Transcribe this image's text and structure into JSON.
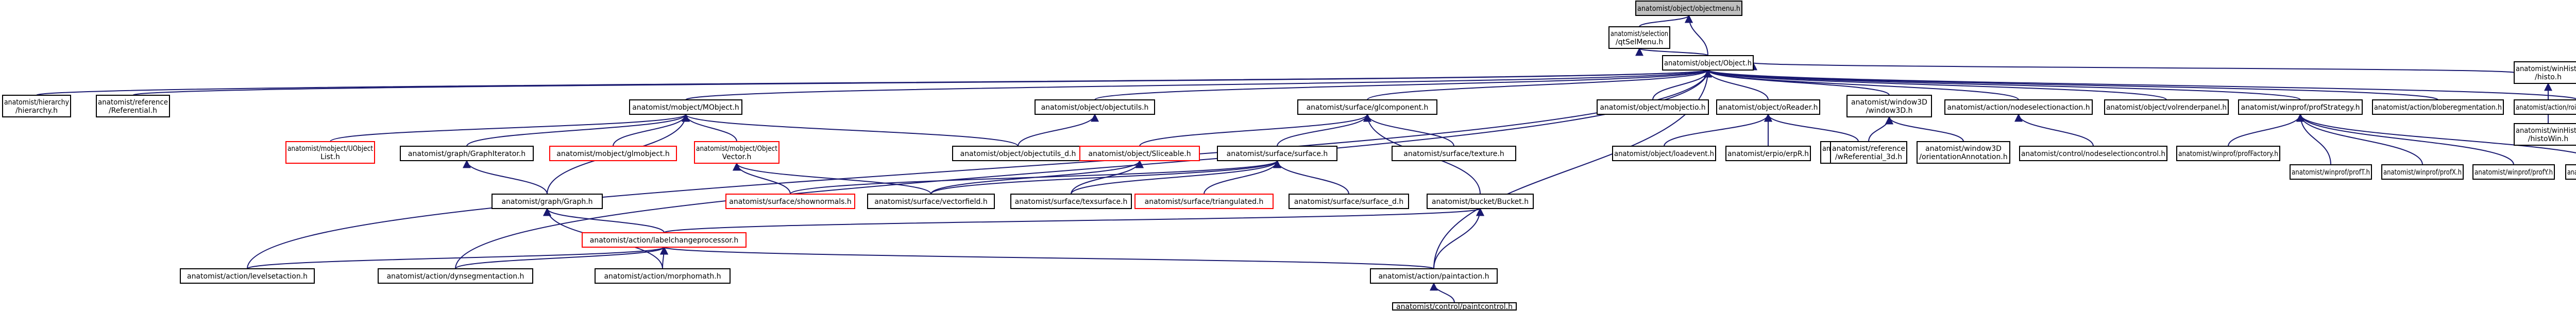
{
  "colors": {
    "edge": "#191970",
    "node_border": "#000000",
    "node_fill": "#ffffff",
    "focus_fill": "#bfbfbf",
    "missing_border": "#ff0000"
  },
  "nodes": [
    {
      "id": "objectmenu",
      "lines": [
        "anatomist/object/objectmenu.h"
      ],
      "focus": true
    },
    {
      "id": "qtSelMenu",
      "lines": [
        "anatomist/selection",
        "/qtSelMenu.h"
      ]
    },
    {
      "id": "Object",
      "lines": [
        "anatomist/object/Object.h"
      ]
    },
    {
      "id": "hierarchy",
      "lines": [
        "anatomist/hierarchy",
        "/hierarchy.h"
      ]
    },
    {
      "id": "Referential",
      "lines": [
        "anatomist/reference",
        "/Referential.h"
      ]
    },
    {
      "id": "MObject",
      "lines": [
        "anatomist/mobject/MObject.h"
      ]
    },
    {
      "id": "objectutils",
      "lines": [
        "anatomist/object/objectutils.h"
      ]
    },
    {
      "id": "glcomponent",
      "lines": [
        "anatomist/surface/glcomponent.h"
      ]
    },
    {
      "id": "mobjectio",
      "lines": [
        "anatomist/object/mobjectio.h"
      ]
    },
    {
      "id": "oReader",
      "lines": [
        "anatomist/object/oReader.h"
      ]
    },
    {
      "id": "window3D",
      "lines": [
        "anatomist/window3D",
        "/window3D.h"
      ]
    },
    {
      "id": "nodeselectionaction",
      "lines": [
        "anatomist/action/nodeselectionaction.h"
      ]
    },
    {
      "id": "rendererpanel",
      "lines": [
        "anatomist/object/volrenderpanel.h"
      ]
    },
    {
      "id": "profStrategy",
      "lines": [
        "anatomist/winprof/profStrategy.h"
      ]
    },
    {
      "id": "bloberegmentation",
      "lines": [
        "anatomist/action/bloberegmentation.h"
      ]
    },
    {
      "id": "roimanagement",
      "lines": [
        "anatomist/action/roimanagementaction.h"
      ]
    },
    {
      "id": "histo",
      "lines": [
        "anatomist/winHisto",
        "/histo.h"
      ]
    },
    {
      "id": "UObjectList",
      "lines": [
        "anatomist/mobject/UObject",
        "List.h"
      ],
      "missing": true
    },
    {
      "id": "GraphIterator",
      "lines": [
        "anatomist/graph/GraphIterator.h"
      ]
    },
    {
      "id": "glmobject",
      "lines": [
        "anatomist/mobject/glmobject.h"
      ],
      "missing": true
    },
    {
      "id": "ObjectVector",
      "lines": [
        "anatomist/mobject/Object",
        "Vector.h"
      ],
      "missing": true
    },
    {
      "id": "objectutils_d",
      "lines": [
        "anatomist/object/objectutils_d.h"
      ]
    },
    {
      "id": "Sliceable",
      "lines": [
        "anatomist/object/Sliceable.h"
      ],
      "missing": true
    },
    {
      "id": "surface",
      "lines": [
        "anatomist/surface/surface.h"
      ]
    },
    {
      "id": "texture",
      "lines": [
        "anatomist/surface/texture.h"
      ]
    },
    {
      "id": "loadevent",
      "lines": [
        "anatomist/object/loadevent.h"
      ]
    },
    {
      "id": "erpR",
      "lines": [
        "anatomist/erpio/erpR.h"
      ]
    },
    {
      "id": "loadObject",
      "lines": [
        "anatomist/commands",
        "/cLoadObject.h"
      ]
    },
    {
      "id": "Referential3d",
      "lines": [
        "anatomist/reference",
        "/wReferential_3d.h"
      ]
    },
    {
      "id": "orientationAnnotation",
      "lines": [
        "anatomist/window3D",
        "/orientationAnnotation.h"
      ]
    },
    {
      "id": "nodeselectioncontrol",
      "lines": [
        "anatomist/control/nodeselectioncontrol.h"
      ]
    },
    {
      "id": "profFactory",
      "lines": [
        "anatomist/winprof/profFactory.h"
      ]
    },
    {
      "id": "profT",
      "lines": [
        "anatomist/winprof/profT.h"
      ]
    },
    {
      "id": "profX",
      "lines": [
        "anatomist/winprof/profX.h"
      ]
    },
    {
      "id": "profY",
      "lines": [
        "anatomist/winprof/profY.h"
      ]
    },
    {
      "id": "profZ",
      "lines": [
        "anatomist/winprof/profZ.h"
      ]
    },
    {
      "id": "histoWin",
      "lines": [
        "anatomist/winHisto",
        "/histoWin.h"
      ]
    },
    {
      "id": "Graph",
      "lines": [
        "anatomist/graph/Graph.h"
      ]
    },
    {
      "id": "shownormals",
      "lines": [
        "anatomist/surface/shownormals.h"
      ],
      "missing": true
    },
    {
      "id": "vectorfield",
      "lines": [
        "anatomist/surface/vectorfield.h"
      ]
    },
    {
      "id": "texsurface",
      "lines": [
        "anatomist/surface/texsurface.h"
      ]
    },
    {
      "id": "triangulated",
      "lines": [
        "anatomist/surface/triangulated.h"
      ],
      "missing": true
    },
    {
      "id": "surface_d",
      "lines": [
        "anatomist/surface/surface_d.h"
      ]
    },
    {
      "id": "Bucket",
      "lines": [
        "anatomist/bucket/Bucket.h"
      ]
    },
    {
      "id": "labelchangeprocessor",
      "lines": [
        "anatomist/action/labelchangeprocessor.h"
      ],
      "missing": true
    },
    {
      "id": "levelsetaction",
      "lines": [
        "anatomist/action/levelsetaction.h"
      ]
    },
    {
      "id": "dynsegmentaction",
      "lines": [
        "anatomist/action/dynsegmentaction.h"
      ]
    },
    {
      "id": "morphomath",
      "lines": [
        "anatomist/action/morphomath.h"
      ]
    },
    {
      "id": "paintaction",
      "lines": [
        "anatomist/action/paintaction.h"
      ]
    },
    {
      "id": "paintcontrol",
      "lines": [
        "anatomist/control/paintcontrol.h"
      ]
    }
  ],
  "edges": [
    [
      "qtSelMenu",
      "objectmenu"
    ],
    [
      "Object",
      "objectmenu"
    ],
    [
      "Object",
      "qtSelMenu"
    ],
    [
      "hierarchy",
      "Object"
    ],
    [
      "Referential",
      "Object"
    ],
    [
      "MObject",
      "Object"
    ],
    [
      "objectutils",
      "Object"
    ],
    [
      "glcomponent",
      "Object"
    ],
    [
      "mobjectio",
      "Object"
    ],
    [
      "oReader",
      "Object"
    ],
    [
      "window3D",
      "Object"
    ],
    [
      "nodeselectionaction",
      "Object"
    ],
    [
      "rendererpanel",
      "Object"
    ],
    [
      "profStrategy",
      "Object"
    ],
    [
      "bloberegmentation",
      "Object"
    ],
    [
      "roimanagement",
      "Object"
    ],
    [
      "histo",
      "Object"
    ],
    [
      "levelsetaction",
      "Object"
    ],
    [
      "dynsegmentaction",
      "Object"
    ],
    [
      "paintaction",
      "Object"
    ],
    [
      "UObjectList",
      "MObject"
    ],
    [
      "GraphIterator",
      "MObject"
    ],
    [
      "glmobject",
      "MObject"
    ],
    [
      "ObjectVector",
      "MObject"
    ],
    [
      "objectutils_d",
      "MObject"
    ],
    [
      "Graph",
      "MObject"
    ],
    [
      "objectutils_d",
      "objectutils"
    ],
    [
      "Sliceable",
      "glcomponent"
    ],
    [
      "surface",
      "glcomponent"
    ],
    [
      "texture",
      "glcomponent"
    ],
    [
      "Bucket",
      "glcomponent"
    ],
    [
      "loadevent",
      "oReader"
    ],
    [
      "erpR",
      "oReader"
    ],
    [
      "loadObject",
      "oReader"
    ],
    [
      "Referential3d",
      "window3D"
    ],
    [
      "orientationAnnotation",
      "window3D"
    ],
    [
      "nodeselectioncontrol",
      "nodeselectionaction"
    ],
    [
      "profFactory",
      "profStrategy"
    ],
    [
      "profT",
      "profStrategy"
    ],
    [
      "profX",
      "profStrategy"
    ],
    [
      "profY",
      "profStrategy"
    ],
    [
      "profZ",
      "profStrategy"
    ],
    [
      "histoWin",
      "histo"
    ],
    [
      "Graph",
      "GraphIterator"
    ],
    [
      "shownormals",
      "ObjectVector"
    ],
    [
      "vectorfield",
      "ObjectVector"
    ],
    [
      "vectorfield",
      "Sliceable"
    ],
    [
      "texsurface",
      "Sliceable"
    ],
    [
      "shownormals",
      "surface"
    ],
    [
      "vectorfield",
      "surface"
    ],
    [
      "texsurface",
      "surface"
    ],
    [
      "triangulated",
      "surface"
    ],
    [
      "surface_d",
      "surface"
    ],
    [
      "labelchangeprocessor",
      "Graph"
    ],
    [
      "morphomath",
      "Graph"
    ],
    [
      "labelchangeprocessor",
      "Bucket"
    ],
    [
      "paintaction",
      "Bucket"
    ],
    [
      "levelsetaction",
      "labelchangeprocessor"
    ],
    [
      "dynsegmentaction",
      "labelchangeprocessor"
    ],
    [
      "morphomath",
      "labelchangeprocessor"
    ],
    [
      "paintaction",
      "labelchangeprocessor"
    ],
    [
      "paintcontrol",
      "paintaction"
    ]
  ]
}
